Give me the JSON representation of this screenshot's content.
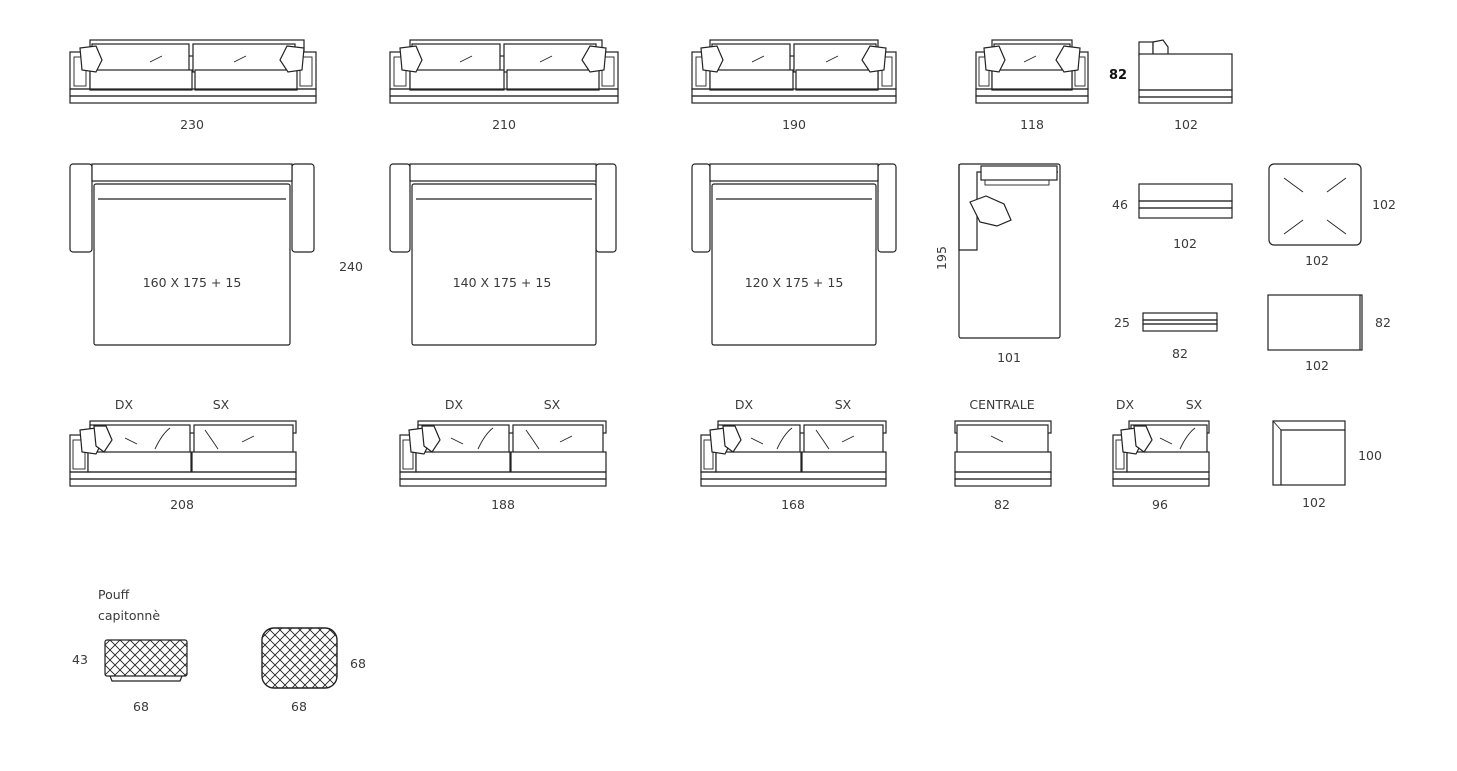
{
  "top_row": {
    "d230": "230",
    "d210": "210",
    "d190": "190",
    "d118": "118",
    "d102": "102",
    "h82": "82"
  },
  "beds": {
    "b160": "160 X 175 + 15",
    "b140": "140 X 175 + 15",
    "b120": "120 X 175 + 15",
    "depth240": "240",
    "chaise_w": "101",
    "chaise_h": "195"
  },
  "right_blocks": {
    "seat_h": "46",
    "seat_w": "102",
    "sq_w": "102",
    "sq_h": "102",
    "thin_h": "25",
    "thin_w": "82",
    "rect_w": "102",
    "rect_h": "82",
    "corner_w": "102",
    "corner_h": "100"
  },
  "bottom_row": {
    "dx": "DX",
    "sx": "SX",
    "centrale": "CENTRALE",
    "d208": "208",
    "d188": "188",
    "d168": "168",
    "d82": "82",
    "d96": "96"
  },
  "pouf": {
    "title1": "Pouff",
    "title2": "capitonnè",
    "rect_h": "43",
    "rect_w": "68",
    "round_w": "68",
    "round_h": "68"
  }
}
